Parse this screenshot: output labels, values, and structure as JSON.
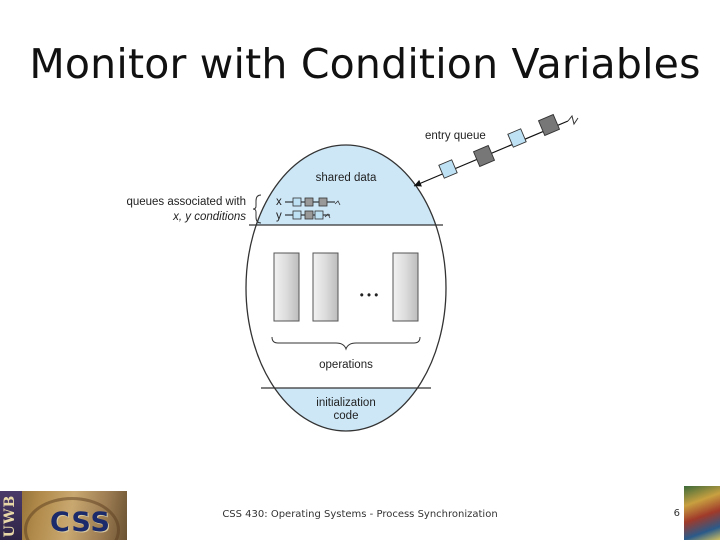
{
  "slide": {
    "title": "Monitor with Condition Variables",
    "footer": "CSS 430: Operating Systems - Process Synchronization",
    "page_number": "6"
  },
  "diagram": {
    "entry_queue_label": "entry queue",
    "shared_data_label": "shared data",
    "queues_label_line1": "queues associated with",
    "queues_label_line2": "x, y conditions",
    "cond_x": "x",
    "cond_y": "y",
    "ellipsis": "• • •",
    "operations_label": "operations",
    "init_label_line1": "initialization",
    "init_label_line2": "code",
    "colors": {
      "section_fill": "#cde7f7",
      "body_fill": "#ffffff",
      "outline": "#333333",
      "operation_fill": "#e6e6e6",
      "queue_light": "#bfe1f4",
      "queue_dark": "#777777"
    }
  },
  "logos": {
    "left_vertical_text": "UWB",
    "left_text": "CSS"
  }
}
